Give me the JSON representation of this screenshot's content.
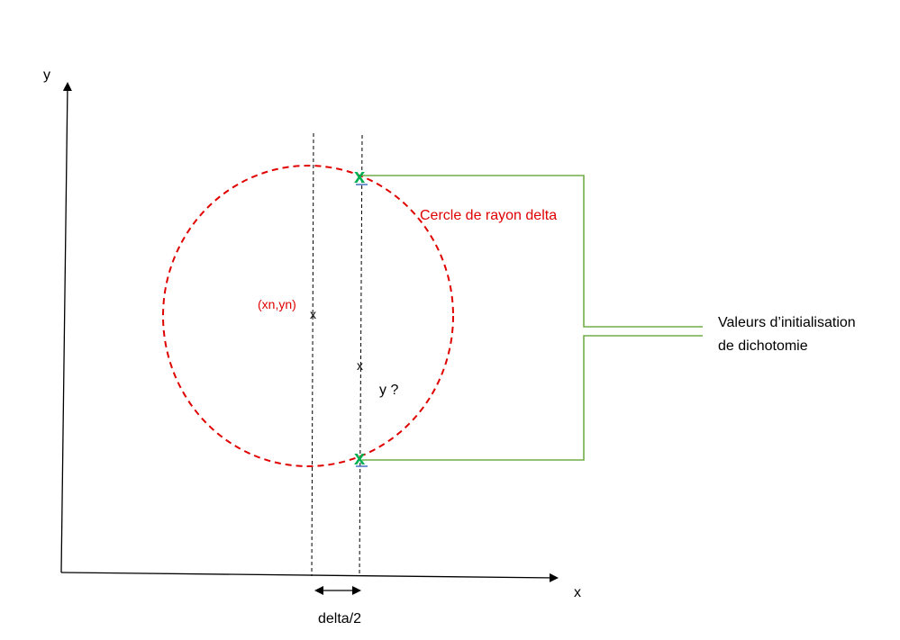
{
  "axes": {
    "x_label": "x",
    "y_label": "y"
  },
  "circle": {
    "label": "Cercle de rayon delta",
    "center_label": "(xn,yn)"
  },
  "points": {
    "center_marker": "x",
    "query_marker": "x",
    "query_label": "y ?",
    "upper_marker": "x",
    "lower_marker": "x"
  },
  "offset": {
    "label": "delta/2"
  },
  "bracket": {
    "label_line1": "Valeurs d’initialisation",
    "label_line2": "de dichotomie"
  },
  "colors": {
    "axis": "#000000",
    "circle": "#e00000",
    "red_text": "#e00000",
    "bracket": "#70ad47",
    "marker": "#00b050",
    "dashed": "#000000",
    "marker_underline": "#4472c4"
  }
}
